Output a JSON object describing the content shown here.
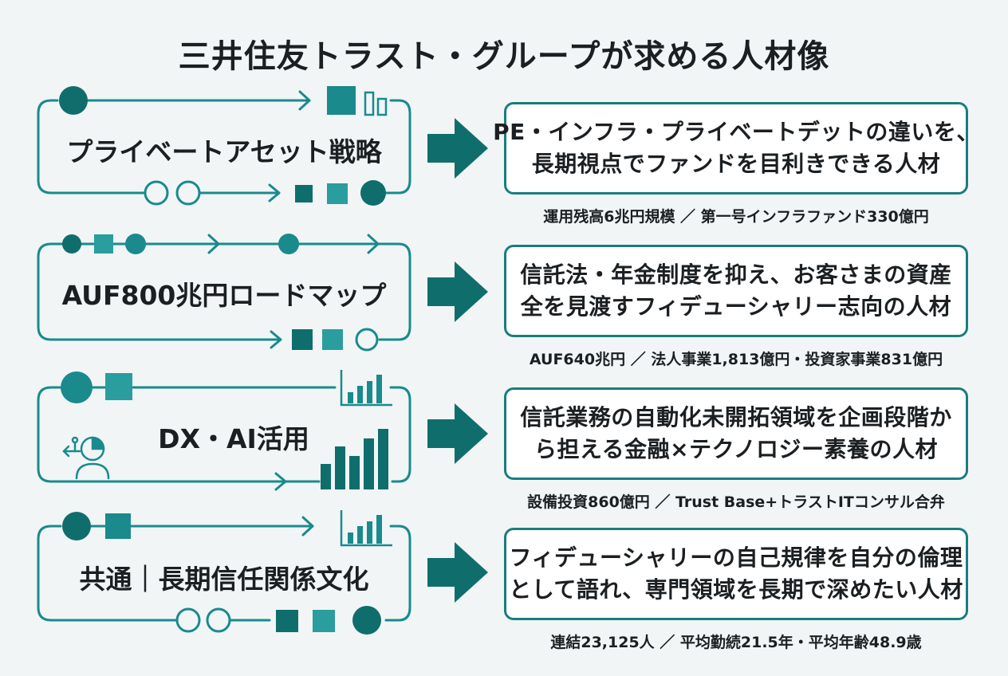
{
  "title": "三井住友トラスト・グループが求める人材像",
  "rows": [
    {
      "label": "プライベートアセット戦略",
      "description": [
        "PE・インフラ・プライベートデットの違いを、",
        "長期視点でファンドを目利きできる人材"
      ],
      "stats": "運用残高6兆円規模 ／ 第一号インフラファンド330億円"
    },
    {
      "label": "AUF800兆円ロードマップ",
      "description": [
        "信託法・年金制度を抑え、お客さまの資産",
        "全を見渡すフィデューシャリー志向の人材"
      ],
      "stats": "AUF640兆円 ／ 法人事業1,813億円・投資家事業831億円"
    },
    {
      "label": "DX・AI活用",
      "description": [
        "信託業務の自動化未開拓領域を企画段階か",
        "ら担える金融×テクノロジー素養の人材"
      ],
      "stats": "設備投資860億円 ／ Trust Base+トラストITコンサル合弁"
    },
    {
      "label": "共通｜長期信任関係文化",
      "description": [
        "フィデューシャリーの自己規律を自分の倫理",
        "として語れ、専門領域を長期で深めたい人材"
      ],
      "stats": "連結23,125人 ／ 平均勤続21.5年・平均年齢48.9歳"
    }
  ],
  "colors": {
    "teal_dark": "#0f6e6c",
    "teal": "#1a8a8c",
    "teal_light": "#2a9d9e",
    "background": "#f1f5f6"
  },
  "icons": [
    "circle-node-icon",
    "square-node-icon",
    "bar-chart-icon",
    "person-ai-icon",
    "right-arrow-icon"
  ]
}
